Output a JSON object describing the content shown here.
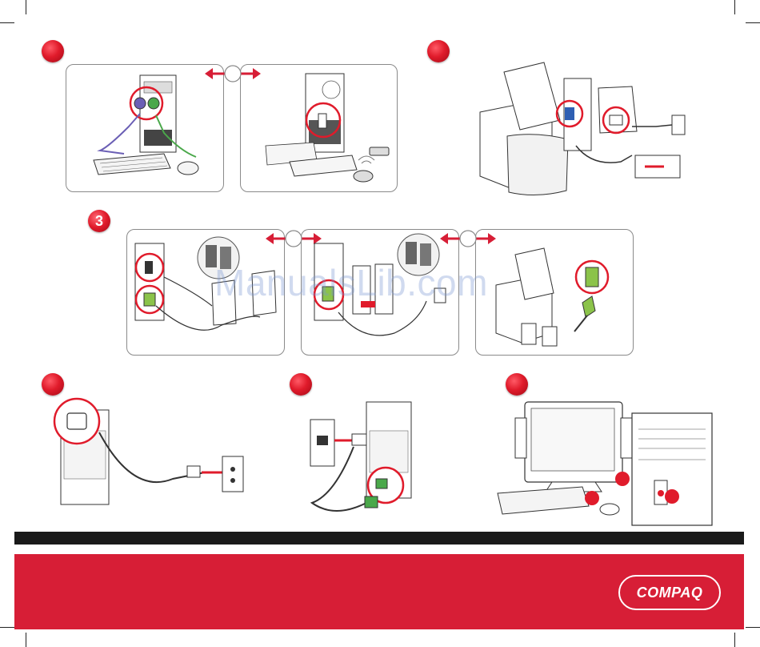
{
  "step_markers": {
    "step3_label": "3"
  },
  "watermark": {
    "text": "ManualsLib.com"
  },
  "brand": {
    "logo_text": "COMPAQ",
    "bar_color": "#d71e36"
  },
  "colors": {
    "accent_red": "#e01b2b",
    "ps2_purple": "#6b5fb5",
    "ps2_green": "#4aa84a",
    "audio_green": "#8bc34a",
    "vga_blue": "#2f5fb3"
  },
  "icons": [
    "step-dot-icon",
    "double-arrow-icon",
    "keyboard-icon",
    "mouse-icon",
    "tower-icon",
    "monitor-icon",
    "speaker-icon",
    "power-outlet-icon",
    "phone-jack-icon",
    "box-icon"
  ]
}
